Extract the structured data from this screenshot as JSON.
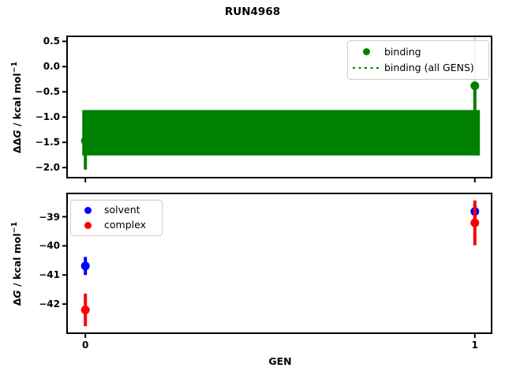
{
  "suptitle": "RUN4968",
  "background": "#ffffff",
  "axis_color": "#000000",
  "chart_data": [
    {
      "type": "scatter",
      "name": "relative-binding-free-energy-vs-gen",
      "title": "RUN4968",
      "ylabel": "ΔΔG / kcal mol−1",
      "ylabel_pre": "ΔΔ",
      "ylabel_g": "G",
      "ylabel_mid": " / kcal mol",
      "ylabel_sup": "−1",
      "xlabel": "",
      "xlim": [
        -0.047,
        1.043
      ],
      "ylim": [
        -2.2,
        0.6
      ],
      "grid": false,
      "yticks": [
        0.5,
        0.0,
        -0.5,
        -1.0,
        -1.5,
        -2.0
      ],
      "ytick_labels": [
        "0.5",
        "0.0",
        "−0.5",
        "−1.0",
        "−1.5",
        "−2.0"
      ],
      "xticks": [
        0,
        1
      ],
      "xtick_labels": [],
      "series": [
        {
          "name": "binding",
          "color": "#008000",
          "faded_color": "#c5e2c5",
          "marker": "circle",
          "x": [
            0,
            1
          ],
          "y": [
            -1.47,
            -0.38
          ],
          "yerr": [
            0.57,
            1.38
          ]
        }
      ],
      "band": {
        "name": "binding (all GENS)",
        "center": -1.31,
        "halfwidth": 0.45,
        "x_range": [
          -0.008,
          1.013
        ],
        "color": "#008000"
      },
      "legend": {
        "position": "upper right",
        "entries": [
          {
            "label": "binding",
            "marker": "dot",
            "color": "#008000"
          },
          {
            "label": "binding (all GENS)",
            "marker": "dotted-line",
            "color": "#008000"
          }
        ]
      }
    },
    {
      "type": "scatter",
      "name": "absolute-free-energy-vs-gen",
      "ylabel": "ΔG / kcal mol−1",
      "ylabel_pre": "Δ",
      "ylabel_g": "G",
      "ylabel_mid": " / kcal mol",
      "ylabel_sup": "−1",
      "xlabel": "GEN",
      "xlim": [
        -0.047,
        1.043
      ],
      "ylim": [
        -43.0,
        -38.2
      ],
      "grid": false,
      "yticks": [
        -39,
        -40,
        -41,
        -42
      ],
      "ytick_labels": [
        "−39",
        "−40",
        "−41",
        "−42"
      ],
      "xticks": [
        0,
        1
      ],
      "xtick_labels": [
        "0",
        "1"
      ],
      "series": [
        {
          "name": "solvent",
          "color": "#0000ff",
          "marker": "circle",
          "x": [
            0,
            1
          ],
          "y": [
            -40.69,
            -38.82
          ],
          "yerr": [
            0.31,
            0.25
          ]
        },
        {
          "name": "complex",
          "color": "#ff0000",
          "marker": "circle",
          "x": [
            0,
            1
          ],
          "y": [
            -42.2,
            -39.21
          ],
          "yerr": [
            0.56,
            0.77
          ]
        }
      ],
      "legend": {
        "position": "upper left",
        "entries": [
          {
            "label": "solvent",
            "marker": "dot",
            "color": "#0000ff"
          },
          {
            "label": "complex",
            "marker": "dot",
            "color": "#ff0000"
          }
        ]
      }
    }
  ]
}
